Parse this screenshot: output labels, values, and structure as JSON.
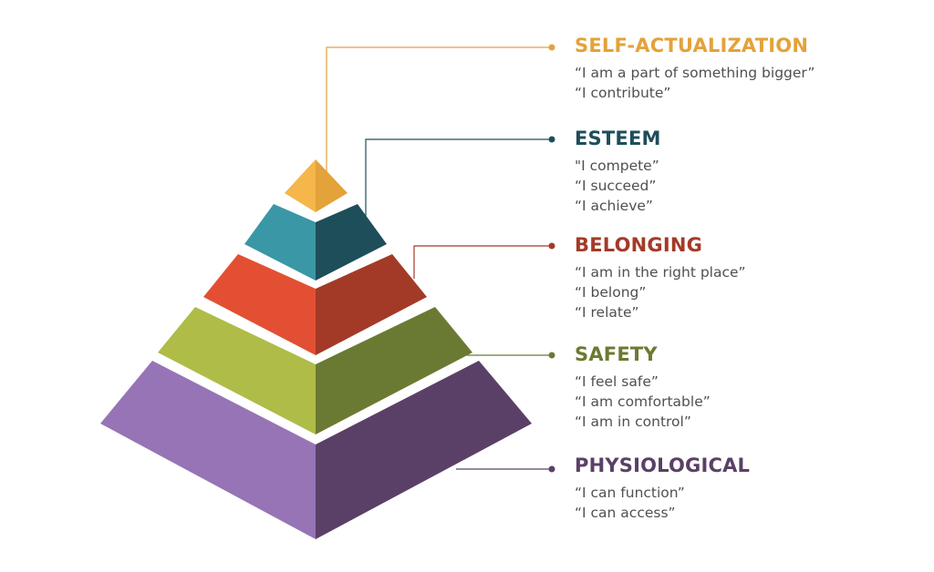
{
  "colors": {
    "self_actualization": "#E3A23A",
    "esteem": "#1E4E5A",
    "belonging": "#A33A27",
    "safety": "#6B7A32",
    "physiological": "#5A4066"
  },
  "levels": [
    {
      "title": "SELF-ACTUALIZATION",
      "quotes": [
        "“I am a part of something bigger”",
        "“I contribute”"
      ]
    },
    {
      "title": "ESTEEM",
      "quotes": [
        "\"I compete”",
        "“I succeed”",
        "“I achieve”"
      ]
    },
    {
      "title": "BELONGING",
      "quotes": [
        "“I am in the right place”",
        "“I belong”",
        "“I relate”"
      ]
    },
    {
      "title": "SAFETY",
      "quotes": [
        "“I feel safe”",
        "“I am comfortable”",
        "“I am in control”"
      ]
    },
    {
      "title": "PHYSIOLOGICAL",
      "quotes": [
        "“I can function”",
        "“I can access”"
      ]
    }
  ]
}
